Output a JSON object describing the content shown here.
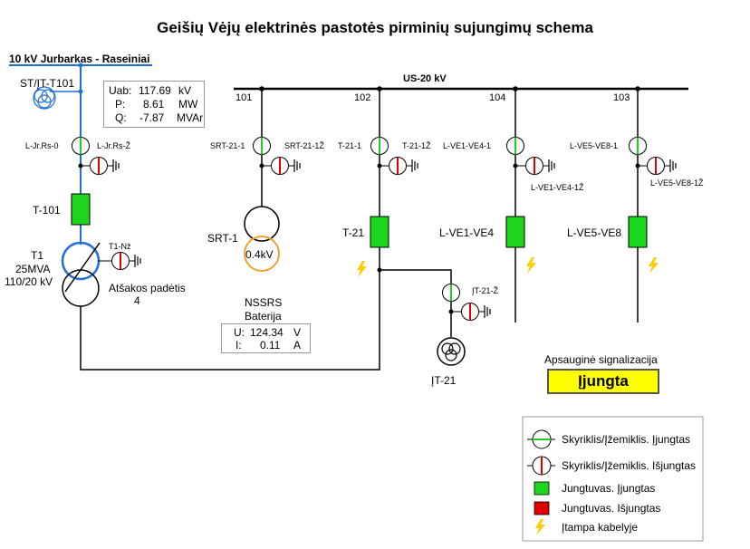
{
  "title": "Geišių Vėjų elektrinės pastotės pirminių sujungimų schema",
  "line_label": "10 kV Jurbarkas - Raseiniai",
  "bus_label": "US-20 kV",
  "transformer_st": "ST/ĮT-T101",
  "meas": {
    "uab": {
      "label": "Uab:",
      "value": "117.69",
      "unit": "kV"
    },
    "p": {
      "label": "P:",
      "value": "8.61",
      "unit": "MW"
    },
    "q": {
      "label": "Q:",
      "value": "-7.87",
      "unit": "MVAr"
    }
  },
  "switch_labels": {
    "l_jr_rs_0": "L-Jr.Rs-0",
    "l_jr_rs_z": "L-Jr.Rs-Ž",
    "srt_21_1": "SRT-21-1",
    "srt_21_1z": "SRT-21-1Ž",
    "t_21_1": "T-21-1",
    "t_21_1z": "T-21-1Ž",
    "l_ve1_ve4_1": "L-VE1-VE4-1",
    "l_ve1_ve4_1z": "L-VE1-VE4-1Ž",
    "l_ve5_ve8_1": "L-VE5-VE8-1",
    "l_ve5_ve8_1z": "L-VE5-VE8-1Ž",
    "t1_nz": "T1-Nž",
    "it_21_z": "ĮT-21-Ž"
  },
  "bays": {
    "b101": "101",
    "b102": "102",
    "b104": "104",
    "b103": "103"
  },
  "breakers": {
    "t101": "T-101",
    "t21": "T-21",
    "lve1": "L-VE1-VE4",
    "lve5": "L-VE5-VE8"
  },
  "t1": {
    "name": "T1",
    "rating": "25MVA",
    "voltage": "110/20 kV",
    "tap_label": "Atšakos padėtis",
    "tap_value": "4"
  },
  "srt": {
    "name": "SRT-1",
    "voltage": "0.4kV"
  },
  "battery": {
    "title1": "NSSRS",
    "title2": "Baterija",
    "u": {
      "label": "U:",
      "value": "124.34",
      "unit": "V"
    },
    "i": {
      "label": "I:",
      "value": "0.11",
      "unit": "A"
    }
  },
  "it21": "ĮT-21",
  "alarm": {
    "label": "Apsauginė signalizacija",
    "status": "Įjungta"
  },
  "legend": {
    "closed_switch": "Skyriklis/Įžemiklis. Įjungtas",
    "open_switch": "Skyriklis/Įžemiklis. Išjungtas",
    "breaker_on": "Jungtuvas. Įjungtas",
    "breaker_off": "Jungtuvas. Išjungtas",
    "cable_voltage": "Įtampa kabelyje"
  },
  "colors": {
    "closed": "#22cc22",
    "open": "#dd0000",
    "breaker_on": "#1ed51e",
    "feeder_blue": "#1e6fd9",
    "srt_orange": "#f0a030",
    "alarm_bg": "#ffff00",
    "bolt": "#ffcc00"
  }
}
